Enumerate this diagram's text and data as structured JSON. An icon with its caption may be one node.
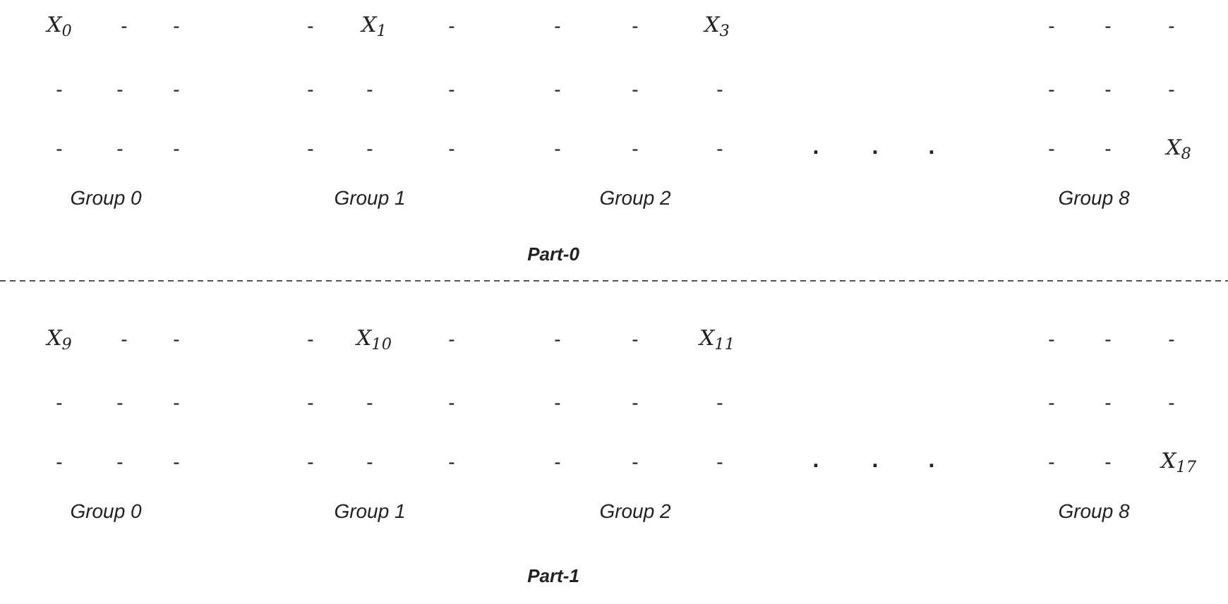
{
  "diagram": {
    "labels": [
      "X$_{0}$",
      "-",
      "-",
      "-",
      "X$_{1}$",
      "-",
      "-",
      "-",
      "X$_{3}$",
      "-",
      "-",
      "-",
      "-",
      "-",
      "-",
      "-",
      "-",
      "-",
      "-",
      "-",
      "-",
      "-",
      "-",
      "-",
      "-",
      "-",
      "-",
      "-",
      "-",
      "-",
      "-",
      "-",
      "-",
      ".",
      ".",
      ".",
      "-",
      "-",
      "X$_{8}$",
      "Group 0",
      "Group 1",
      "Group 2",
      "Group 8",
      "Part-0",
      "X$_{9}$",
      "-",
      "-",
      "-",
      "X$_{10}$",
      "-",
      "-",
      "-",
      "X$_{11}$",
      "-",
      "-",
      "-",
      "-",
      "-",
      "-",
      "-",
      "-",
      "-",
      "-",
      "-",
      "-",
      "-",
      "-",
      "-",
      "-",
      "-",
      "-",
      "-",
      "-",
      "-",
      "-",
      "-",
      "-",
      ".",
      ".",
      ".",
      "-",
      "-",
      "X$_{17}$",
      "Group 0",
      "Group 1",
      "Group 2",
      "Group 8",
      "Part-1"
    ]
  }
}
